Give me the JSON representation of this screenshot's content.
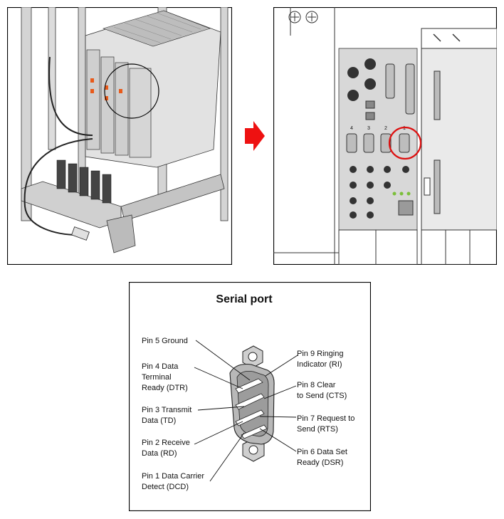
{
  "serial_diagram": {
    "title": "Serial port",
    "pins_left": [
      {
        "lines": [
          "Pin 5 Ground"
        ]
      },
      {
        "lines": [
          "Pin 4 Data",
          "Terminal",
          "Ready (DTR)"
        ]
      },
      {
        "lines": [
          "Pin 3 Transmit",
          "Data (TD)"
        ]
      },
      {
        "lines": [
          "Pin 2 Receive",
          "Data (RD)"
        ]
      },
      {
        "lines": [
          "Pin 1 Data Carrier",
          "Detect (DCD)"
        ]
      }
    ],
    "pins_right": [
      {
        "lines": [
          "Pin 9 Ringing",
          "Indicator (RI)"
        ]
      },
      {
        "lines": [
          "Pin 8 Clear",
          "to Send (CTS)"
        ]
      },
      {
        "lines": [
          "Pin 7 Request to",
          "Send (RTS)"
        ]
      },
      {
        "lines": [
          "Pin 6 Data Set",
          "Ready (DSR)"
        ]
      }
    ]
  },
  "panel_labels": {
    "port_numbers": [
      "4",
      "3",
      "2",
      "1"
    ]
  },
  "colors": {
    "arrow": "#ee1111",
    "highlight_circle": "#dd1111",
    "frame": "#000000",
    "rack_gray": "#c8c8c8",
    "panel_gray": "#d8d8d8",
    "connector_gray": "#b0b0b0"
  }
}
